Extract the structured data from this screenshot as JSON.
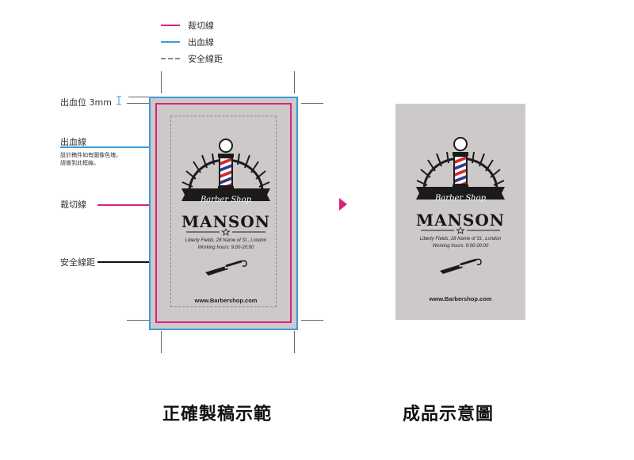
{
  "legend": {
    "trim_line": "裁切線",
    "bleed_line": "出血線",
    "safe_distance": "安全線距"
  },
  "annotations": {
    "bleed_size": "出血位 3mm",
    "bleed_line": "出血線",
    "bleed_note_1": "設計稿件如有圖像色塊，",
    "bleed_note_2": "請做到此框線。",
    "trim_line": "裁切線",
    "safe_distance": "安全線距"
  },
  "card": {
    "shop_name": "Barber Shop",
    "brand": "MANSON",
    "address": "Liberty Fields, 28 Name of St., London",
    "hours": "Working hours: 9:00-20:00",
    "website": "www.Barbershop.com"
  },
  "captions": {
    "left": "正確製稿示範",
    "right": "成品示意圖"
  },
  "colors": {
    "trim": "#d6237a",
    "bleed": "#3c9bd9",
    "safe": "#8a8a8a",
    "card_bg": "#cdc9c8",
    "arrow": "#d6237a"
  }
}
